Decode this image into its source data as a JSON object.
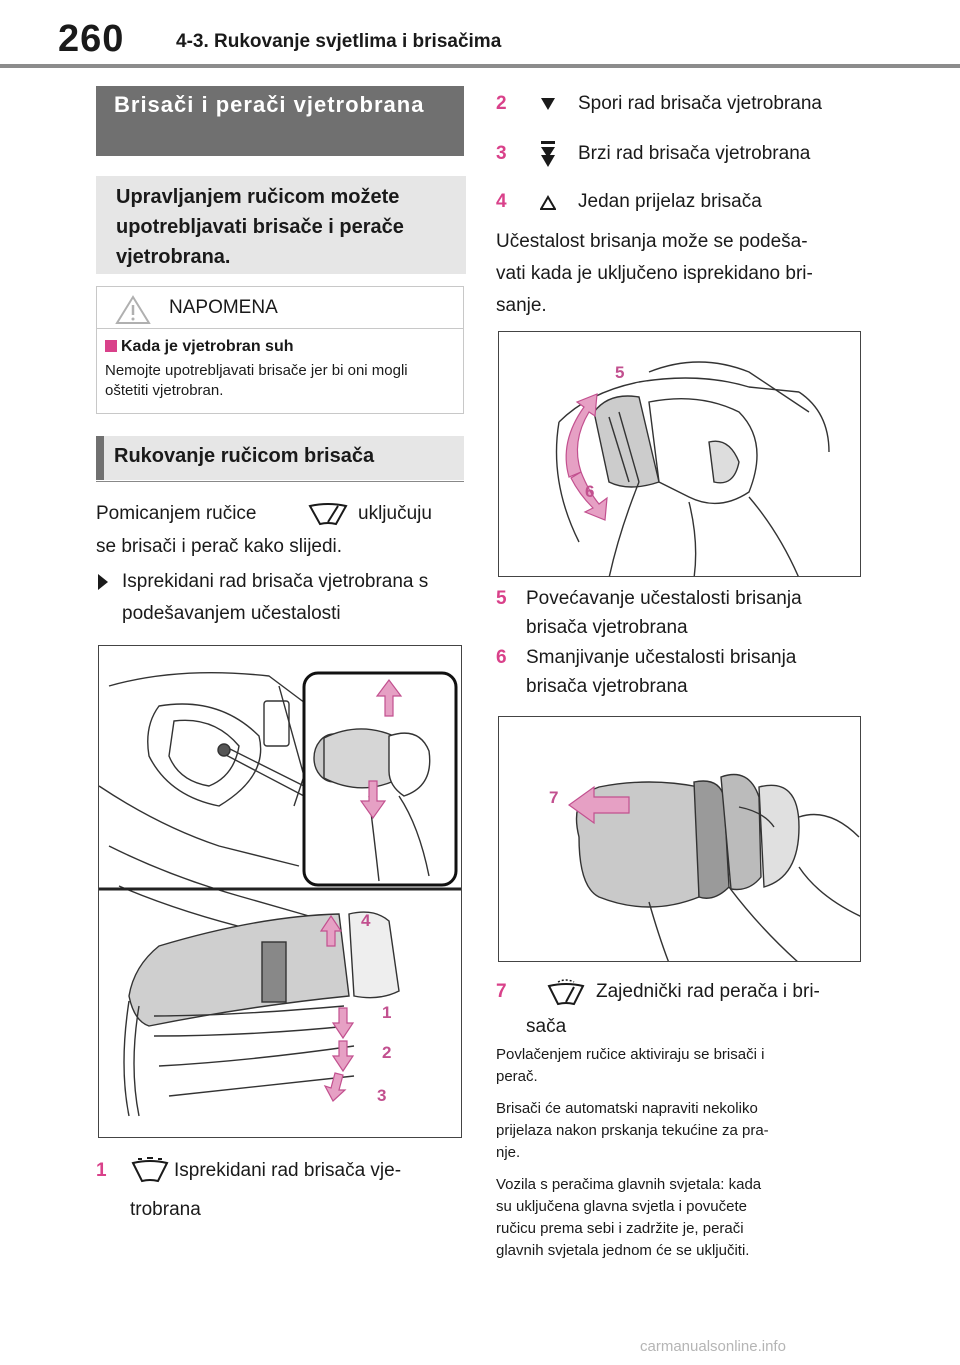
{
  "header": {
    "page_number": "260",
    "section": "4-3. Rukovanje svjetlima i brisačima"
  },
  "left": {
    "title": "Brisači i perači vjetrobrana",
    "lead": "Upravljanjem ručicom možete upotrebljavati brisače i perače vjetrobrana.",
    "notice": {
      "label": "NAPOMENA",
      "subtitle": "Kada je vjetrobran suh",
      "text": "Nemojte upotrebljavati brisače jer bi oni mogli oštetiti vjetrobran."
    },
    "subheading": "Rukovanje ručicom brisača",
    "intro_a": "Pomicanjem ručice",
    "intro_b": "uključuju",
    "intro_c": "se brisači i perač kako slijedi.",
    "bullet": "Isprekidani rad brisača vjetrobrana s podešavanjem učestalosti",
    "figure_labels": [
      "4",
      "1",
      "2",
      "3"
    ],
    "item1": {
      "num": "1",
      "text_a": "Isprekidani rad brisača vje-",
      "text_b": "trobrana"
    }
  },
  "right": {
    "items": [
      {
        "num": "2",
        "text": "Spori rad brisača vjetrobrana"
      },
      {
        "num": "3",
        "text": "Brzi rad brisača vjetrobrana"
      },
      {
        "num": "4",
        "text": "Jedan prijelaz brisača"
      }
    ],
    "freq_text": "Učestalost brisanja može se podeša-vati kada je uključeno isprekidano bri-sanje.",
    "freq_lines": [
      "Učestalost brisanja može se podeša-",
      "vati kada je uključeno isprekidano bri-",
      "sanje."
    ],
    "fig2_labels": [
      "5",
      "6"
    ],
    "item5": {
      "num": "5",
      "line1": "Povećavanje učestalosti brisanja",
      "line2": "brisača vjetrobrana"
    },
    "item6": {
      "num": "6",
      "line1": "Smanjivanje učestalosti brisanja",
      "line2": "brisača vjetrobrana"
    },
    "fig3_label": "7",
    "item7": {
      "num": "7",
      "line1": "Zajednički rad perača i bri-",
      "line2": "sača"
    },
    "notes": [
      [
        "Povlačenjem ručice aktiviraju se brisači i",
        "perač."
      ],
      [
        "Brisači će automatski napraviti nekoliko",
        "prijelaza nakon prskanja tekućine za pra-",
        "nje."
      ],
      [
        "Vozila s peračima glavnih svjetala: kada",
        "su uključena glavna svjetla i povučete",
        "ručicu prema sebi i zadržite je, perači",
        "glavnih svjetala jednom će se uključiti."
      ]
    ]
  },
  "footer": "carmanualsonline.info",
  "colors": {
    "accent": "#d9418a",
    "title_bg": "#707070",
    "panel_bg": "#e6e6e6"
  }
}
